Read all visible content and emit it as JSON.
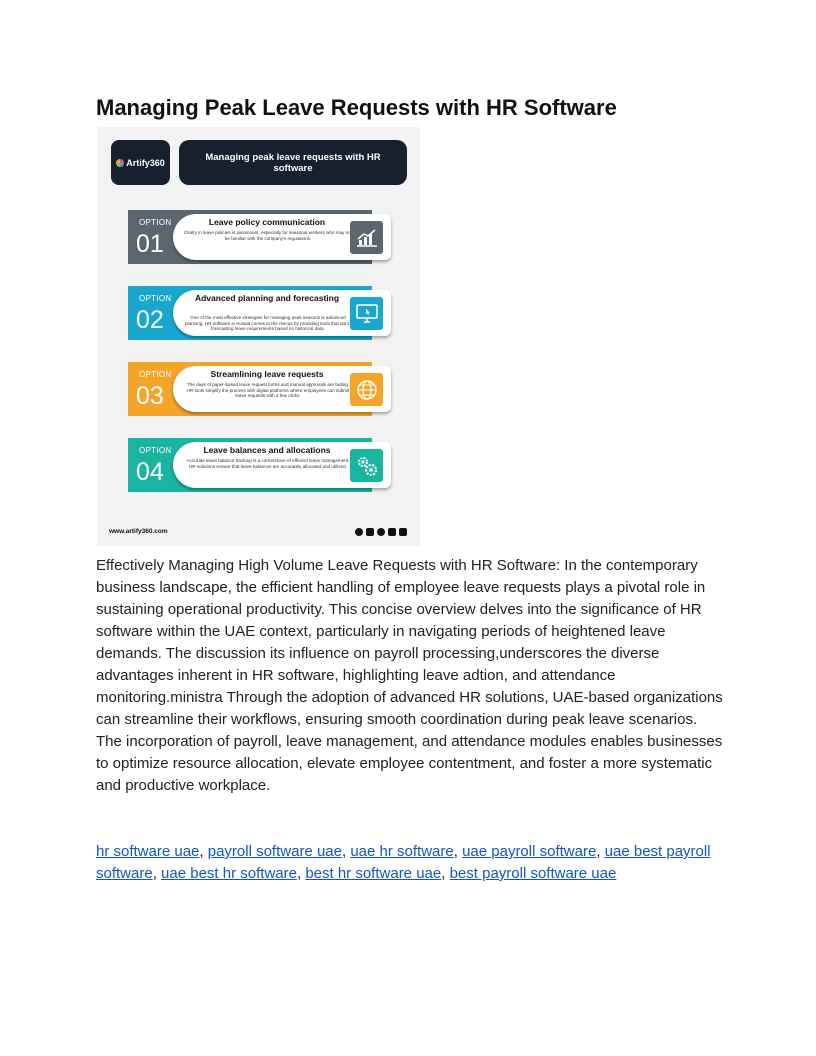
{
  "title": "Managing Peak Leave Requests with HR Software",
  "infographic": {
    "logo_text": "Artify360",
    "header": "Managing peak leave requests with HR software",
    "options": [
      {
        "label": "OPTION",
        "number": "01",
        "title": "Leave policy communication",
        "text": "Clarity in leave policies is paramount, especially for seasonal workers who may not be familiar with the company's regulations.",
        "color": "#5b6770",
        "icon": "growth-chart-icon"
      },
      {
        "label": "OPTION",
        "number": "02",
        "title": "Advanced planning and forecasting",
        "text": "One of the most effective strategies for managing peak seasons is advanced planning. HR software in Kuwait comes to the rescue by providing tools that aid in forecasting leave requirements based on historical data.",
        "color": "#1aa7cf",
        "icon": "monitor-icon"
      },
      {
        "label": "OPTION",
        "number": "03",
        "title": "Streamlining leave requests",
        "text": "The days of paper-based leave request forms and manual approvals are fading. HR tools simplify the process with digital platforms where employees can submit leave requests with a few clicks.",
        "color": "#f5a42a",
        "icon": "globe-icon"
      },
      {
        "label": "OPTION",
        "number": "04",
        "title": "Leave balances and allocations",
        "text": "Accurate leave balance tracking is a cornerstone of efficient leave management. HR solutions ensure that leave balances are accurately allocated and utilized.",
        "color": "#19b5a0",
        "icon": "gears-icon"
      }
    ],
    "footer_url": "www.artify360.com",
    "social_icons": [
      "facebook-icon",
      "instagram-icon",
      "twitter-icon",
      "linkedin-icon",
      "youtube-icon"
    ]
  },
  "body": "Effectively Managing High Volume Leave Requests with HR Software: In the contemporary business landscape, the efficient handling of employee leave requests plays a pivotal role in sustaining operational productivity. This concise overview delves into the significance of HR software within the UAE context, particularly in navigating periods of heightened leave demands. The discussion its influence on payroll processing,underscores the diverse advantages inherent in HR software, highlighting leave adtion, and attendance monitoring.ministra Through the adoption of advanced HR solutions, UAE-based organizations can streamline their workflows, ensuring smooth coordination during peak leave scenarios. The incorporation of payroll, leave management, and attendance modules enables businesses to optimize resource allocation, elevate employee contentment, and foster a more systematic and productive workplace.",
  "links": [
    "hr software uae",
    "payroll software uae",
    "uae hr software",
    "uae payroll software",
    "uae best payroll software",
    "uae best hr software",
    "best hr software uae",
    "best payroll software uae"
  ],
  "link_separator": ", "
}
